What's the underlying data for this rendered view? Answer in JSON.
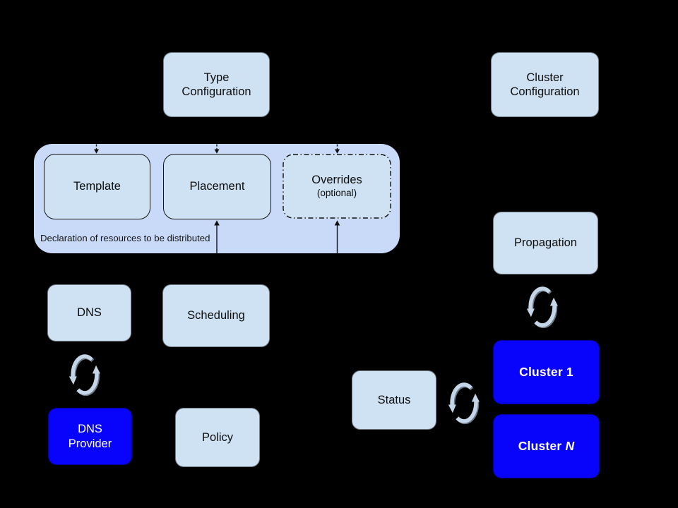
{
  "colors": {
    "background": "#000000",
    "box_light_fill": "#cfe2f3",
    "group_fill": "#c9daf8",
    "box_blue_fill": "#0804fc",
    "text_dark": "#0d0d0d",
    "text_light": "#ffffff",
    "connector": "#111111",
    "sync_arrow": "#c4d6e8",
    "sync_arrow_shadow": "#8fa0b2"
  },
  "boxes": {
    "type_config": {
      "line1": "Type",
      "line2": "Configuration"
    },
    "cluster_config": {
      "line1": "Cluster",
      "line2": "Configuration"
    },
    "template": {
      "label": "Template"
    },
    "placement": {
      "label": "Placement"
    },
    "overrides": {
      "label": "Overrides",
      "sublabel": "(optional)"
    },
    "group_caption": "Declaration of resources to be distributed",
    "dns": {
      "label": "DNS"
    },
    "scheduling": {
      "label": "Scheduling"
    },
    "dns_provider": {
      "line1": "DNS",
      "line2": "Provider"
    },
    "policy": {
      "label": "Policy"
    },
    "status": {
      "label": "Status"
    },
    "propagation": {
      "label": "Propagation"
    },
    "cluster_1": {
      "label": "Cluster 1"
    },
    "cluster_n": {
      "prefix": "Cluster ",
      "suffix": "N"
    }
  },
  "icons": {
    "sync": "sync-arrows-icon"
  }
}
